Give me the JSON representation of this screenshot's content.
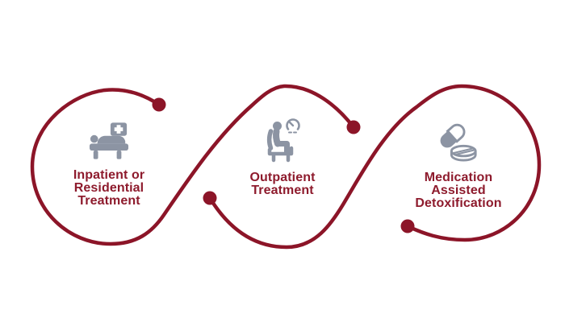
{
  "theme": {
    "bg-color": "#ffffff",
    "thread-color": "#8C1528",
    "icon-color": "#8C94A3",
    "label-color": "#8E1B2D"
  },
  "diagram": {
    "name": "treatment-options-flow",
    "thread_description": "continuous looping ribbon with four endpoint dots",
    "steps": [
      {
        "icon": "hospital-bed-icon",
        "label_lines": [
          "Inpatient or",
          "Residential",
          "Treatment"
        ]
      },
      {
        "icon": "seated-patient-gauge-icon",
        "label_lines": [
          "Outpatient",
          "Treatment"
        ]
      },
      {
        "icon": "capsule-and-tablet-icon",
        "label_lines": [
          "Medication",
          "Assisted",
          "Detoxification"
        ]
      }
    ]
  }
}
